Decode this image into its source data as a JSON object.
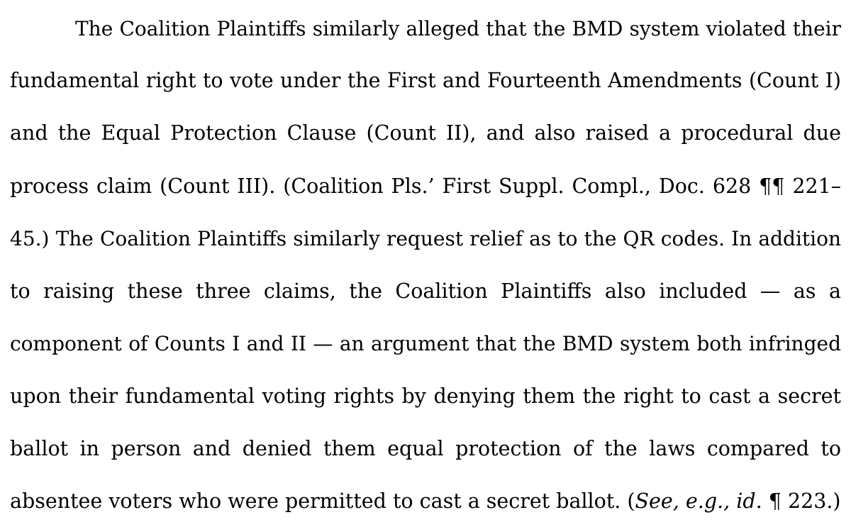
{
  "paragraph": {
    "lines": [
      "The Coalition Plaintiffs similarly alleged that the BMD system violated their",
      "fundamental right to vote under the First and Fourteenth Amendments (Count I)",
      "and the Equal Protection Clause (Count II), and also raised a procedural due",
      "process claim (Count III). (Coalition Pls.’ First Suppl. Compl., Doc. 628 ¶¶ 221–",
      "45.) The Coalition Plaintiffs similarly request relief as to the QR codes. In addition",
      "to raising these three claims, the Coalition Plaintiffs also included — as a",
      "component of Counts I and II — an argument that the BMD system both infringed",
      "upon their fundamental voting rights by denying them the right to cast a secret",
      "ballot in person and denied them equal protection of the laws compared to"
    ],
    "last_line": {
      "before": "absentee voters who were permitted to cast a secret ballot. (",
      "italic": "See, e.g., id.",
      "after": " ¶ 223.)"
    }
  }
}
